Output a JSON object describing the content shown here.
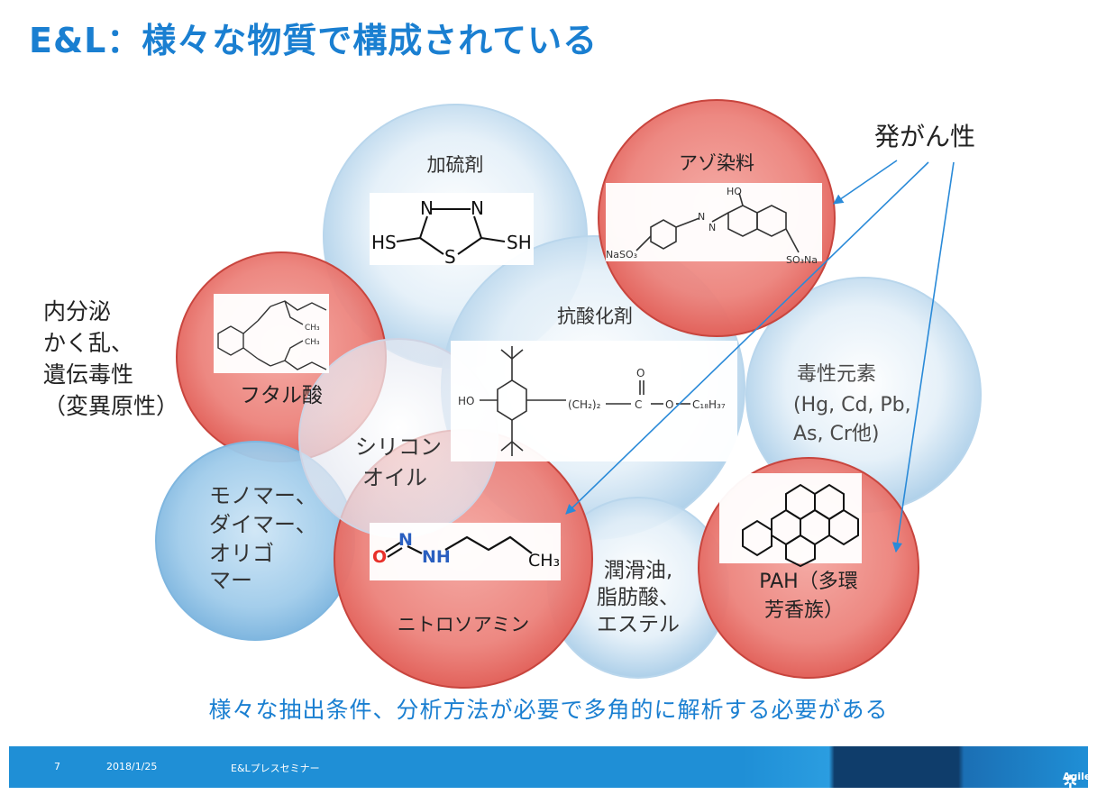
{
  "title": "E&L：様々な物質で構成されている",
  "side_label": [
    "内分泌",
    "かく乱、",
    "遺伝毒性",
    "（変異原性）"
  ],
  "carcinogenic_label": "発がん性",
  "bubbles": {
    "vulcanizer": "加硫剤",
    "azo": "アゾ染料",
    "phthalic": "フタル酸",
    "antioxidant": "抗酸化剤",
    "toxic_elements": [
      "毒性元素",
      "(Hg, Cd, Pb,",
      "As, Cr他)"
    ],
    "silicone": [
      "シリコン",
      "オイル"
    ],
    "monomer": [
      "モノマー、",
      "ダイマー、",
      "オリゴ",
      "マー"
    ],
    "nitrosamine": "ニトロソアミン",
    "lubricant": [
      "潤滑油,",
      "脂肪酸、",
      "エステル"
    ],
    "pah": [
      "PAH（多環",
      "芳香族）"
    ]
  },
  "molecules": {
    "vulcanizer": {
      "n1": "N",
      "n2": "N",
      "s_ring": "S",
      "hs_left": "HS",
      "sh_right": "SH"
    },
    "azo": {
      "ho": "HO",
      "n1": "N",
      "n2": "N",
      "naso3": "NaSO₃",
      "so3na": "SO₃Na"
    },
    "phthalic": {
      "ch3a": "CH₃",
      "ch3b": "CH₃"
    },
    "antioxidant": {
      "ho": "HO",
      "o_top": "O",
      "ch2": "(CH₂)₂",
      "c": "C",
      "o_mid": "O",
      "c18": "C₁₈H₃₇"
    },
    "nitrosamine": {
      "o": "O",
      "n": "N",
      "nh": "NH",
      "ch3": "CH₃"
    }
  },
  "bottom_text": "様々な抽出条件、分析方法が必要で多角的に解析する必要がある",
  "footer": {
    "page": "7",
    "date": "2018/1/25",
    "event": "E&Lプレスセミナー",
    "logo": "Agilent"
  },
  "colors": {
    "accent": "#1a7fd1",
    "red_bubble": "#e8746f",
    "blue_bubble": "#8ec5e8",
    "footer": "#1f8fd6"
  }
}
